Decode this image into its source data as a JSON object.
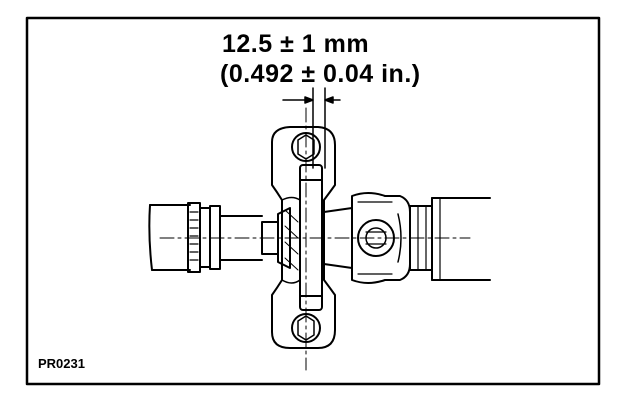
{
  "dimension": {
    "metric": "12.5 ± 1 mm",
    "imperial": "(0.492 ± 0.04 in.)"
  },
  "figure_code": "PR0231",
  "colors": {
    "ink": "#000000",
    "paper": "#ffffff"
  }
}
